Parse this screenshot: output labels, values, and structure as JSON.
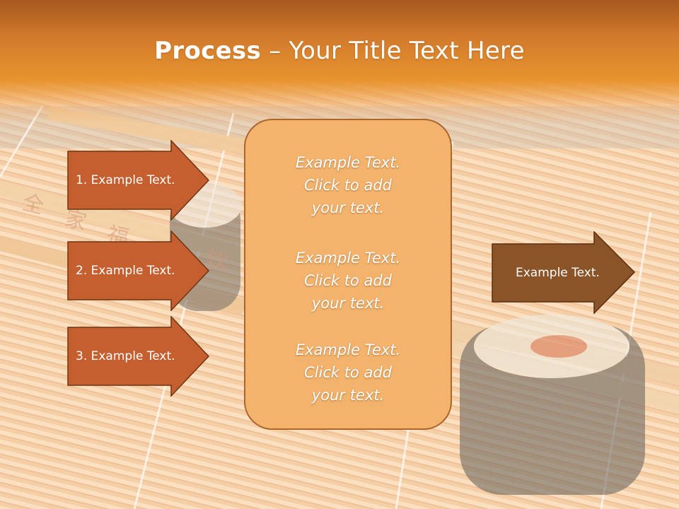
{
  "slide": {
    "title_bold": "Process",
    "title_rest": " – Your Title Text Here"
  },
  "left_arrows": [
    {
      "label": "1. Example Text."
    },
    {
      "label": "2. Example Text."
    },
    {
      "label": "3. Example Text."
    }
  ],
  "center_box": {
    "blocks": [
      {
        "lines": [
          "Example Text.",
          "Click  to add",
          "your text."
        ]
      },
      {
        "lines": [
          "Example Text.",
          "Click  to add",
          "your text."
        ]
      },
      {
        "lines": [
          "Example Text.",
          "Click  to add",
          "your text."
        ]
      }
    ]
  },
  "right_arrow": {
    "label": "Example Text."
  },
  "background": {
    "watermark_chars": [
      "全",
      "家",
      "福",
      "饮"
    ]
  },
  "colors": {
    "title_bar": "#e8942f",
    "left_arrow_fill": "#c65f2f",
    "right_arrow_fill": "#8a5428",
    "center_box_fill": "#f3b36c",
    "outline": "#6b3512"
  }
}
